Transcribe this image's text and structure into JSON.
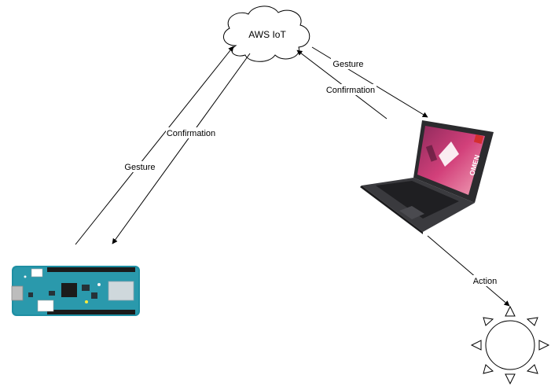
{
  "nodes": {
    "cloud": {
      "label": "AWS IoT"
    },
    "laptop": {
      "brand": "OMEN"
    },
    "board": {
      "kind": "microcontroller-board"
    },
    "sun": {
      "kind": "sun-icon"
    }
  },
  "edges": {
    "board_to_cloud": {
      "label": "Gesture"
    },
    "cloud_to_board": {
      "label": "Confirmation"
    },
    "cloud_to_laptop": {
      "label": "Gesture"
    },
    "laptop_to_cloud": {
      "label": "Confirmation"
    },
    "laptop_to_sun": {
      "label": "Action"
    }
  },
  "colors": {
    "stroke": "#000000",
    "board_teal": "#1e8fa3",
    "board_teal_light": "#3aa7b7",
    "laptop_body": "#2b2b2e",
    "laptop_screen": "#c2185b",
    "brand_red": "#d32f2f"
  }
}
